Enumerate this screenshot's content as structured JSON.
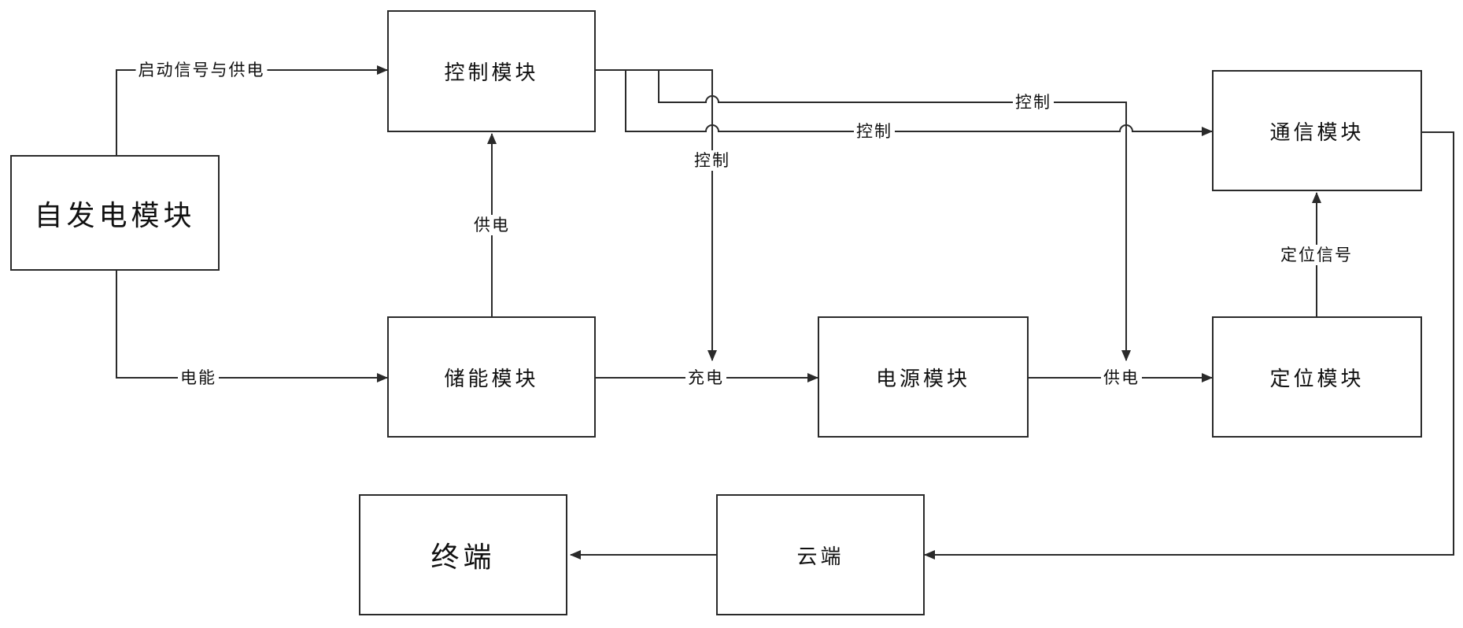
{
  "modules": {
    "self_gen": "自发电模块",
    "control": "控制模块",
    "storage": "储能模块",
    "power": "电源模块",
    "comm": "通信模块",
    "locate": "定位模块",
    "cloud": "云端",
    "terminal": "终端"
  },
  "labels": {
    "start_signal": "启动信号与供电",
    "energy": "电能",
    "supply_up": "供电",
    "charge": "充电",
    "supply_right": "供电",
    "control_vertical": "控制",
    "control_upper": "控制",
    "control_lower": "控制",
    "locate_signal": "定位信号"
  },
  "colors": {
    "line": "#2a2a2a",
    "background": "#ffffff"
  }
}
